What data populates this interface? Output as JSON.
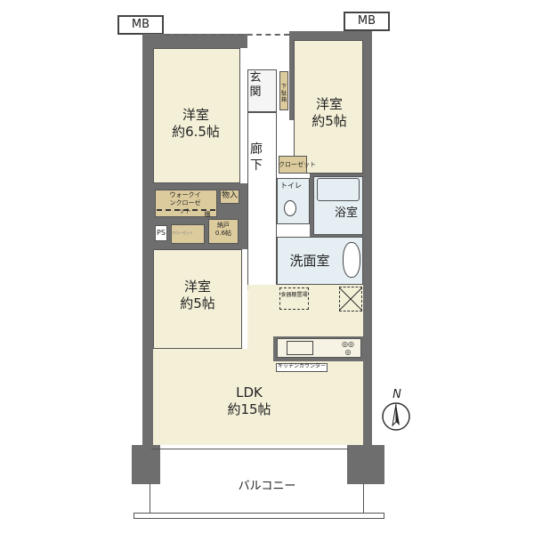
{
  "plan": {
    "mb_left": "MB",
    "mb_right": "MB",
    "rooms": {
      "western_1": {
        "name": "洋室",
        "size": "約6.5帖"
      },
      "western_2": {
        "name": "洋室",
        "size": "約5帖"
      },
      "western_3": {
        "name": "洋室",
        "size": "約5帖"
      },
      "entrance": "玄関",
      "shoe_box": "下駄箱",
      "hallway": "廊下",
      "closet": "クローゼット",
      "walk_in_closet": "ウォークインクローゼット",
      "shelf": "棚",
      "storage": "物入",
      "ps": "PS",
      "small_closet": "クローゼット",
      "storeroom": {
        "name": "納戸",
        "size": "0.6帖"
      },
      "toilet": "トイレ",
      "bathroom": "浴室",
      "washroom": "洗面室",
      "cupboard": "食器棚置場",
      "kitchen_counter": "キッチンカウンター",
      "ldk": {
        "name": "LDK",
        "size": "約15帖"
      },
      "balcony": "バルコニー"
    },
    "compass": "N",
    "colors": {
      "room": "#f4f0d8",
      "closet": "#dccb9d",
      "wet": "#e4eef3",
      "wall": "#6e6e6e"
    }
  }
}
